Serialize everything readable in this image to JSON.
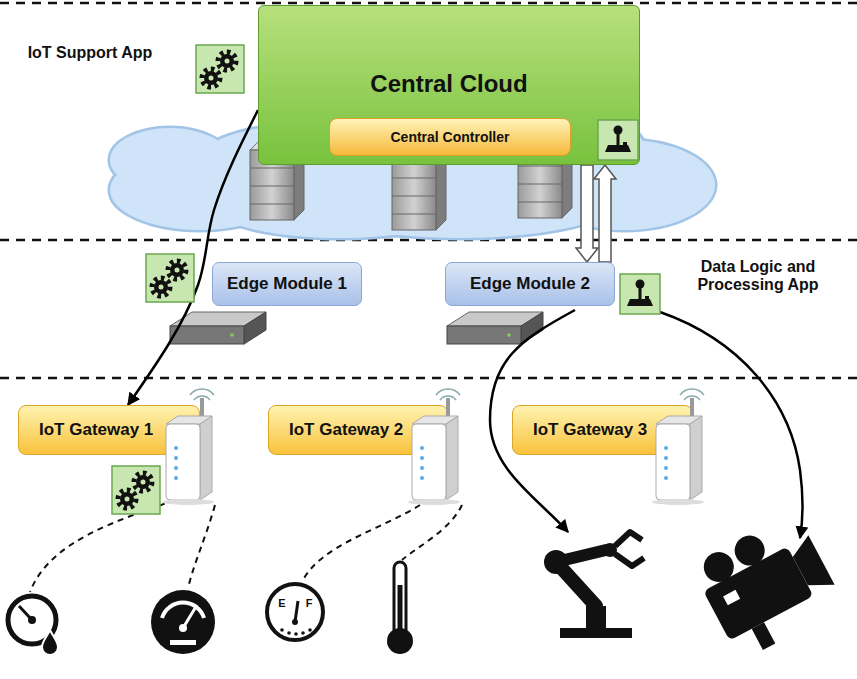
{
  "diagram": {
    "nodes": [
      {
        "text": [
          "Central Cloud"
        ]
      },
      {
        "text": [
          "Central Controller"
        ],
        "in": 0
      },
      {
        "text": [
          "Edge Module 1"
        ]
      },
      {
        "text": [
          "Edge Module 2"
        ]
      },
      {
        "text": [
          "IoT Gateway 1"
        ]
      },
      {
        "text": [
          "IoT Gateway 2"
        ]
      },
      {
        "text": [
          "IoT Gateway 3"
        ]
      }
    ],
    "edges": [
      {
        "from": 0,
        "to": 4,
        "arrow": "to"
      },
      {
        "from": 0,
        "to": 3,
        "arrow": "both"
      }
    ],
    "labels": [
      "IoT Support App",
      "Data Logic and Processing App",
      "E",
      "F"
    ]
  }
}
